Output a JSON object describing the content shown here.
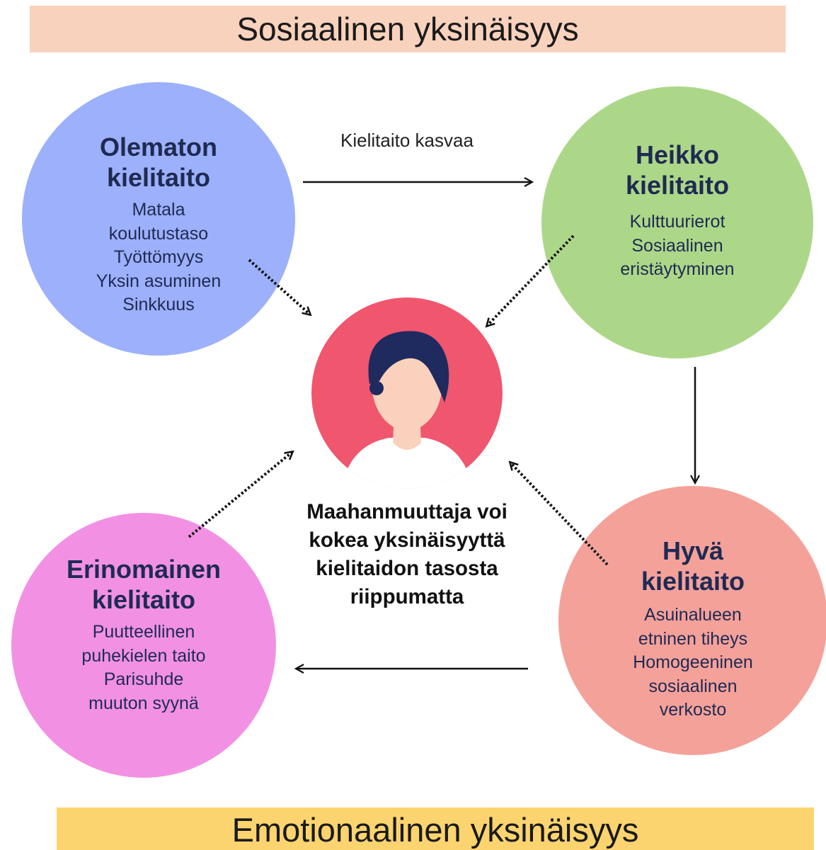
{
  "banners": {
    "top": "Sosiaalinen yksinäisyys",
    "bottom": "Emotionaalinen yksinäisyys"
  },
  "circles": {
    "olematon": {
      "title": "Olematon\nkielitaito",
      "items": [
        "Matala",
        "koulutustaso",
        "Työttömyys",
        "Yksin asuminen",
        "Sinkkuus"
      ],
      "color": "#9cb0fb"
    },
    "heikko": {
      "title": "Heikko\nkielitaito",
      "items": [
        "Kulttuurierot",
        "Sosiaalinen",
        "eristäytyminen"
      ],
      "color": "#acd788"
    },
    "hyva": {
      "title": "Hyvä\nkielitaito",
      "items": [
        "Asuinalueen",
        "etninen tiheys",
        "Homogeeninen",
        "sosiaalinen",
        "verkosto"
      ],
      "color": "#f4a19a"
    },
    "erinomainen": {
      "title": "Erinomainen\nkielitaito",
      "items": [
        "Puutteellinen",
        "puhekielen taito",
        "Parisuhde",
        "muuton syynä"
      ],
      "color": "#f291e4"
    }
  },
  "arrow_label": "Kielitaito kasvaa",
  "center_text": [
    "Maahanmuuttaja voi",
    "kokea yksinäisyyttä",
    "kielitaidon tasosta",
    "riippumatta"
  ],
  "person_icon": "person-avatar-icon",
  "colors": {
    "banner_top": "#f9d2bd",
    "banner_bottom": "#fcd46f",
    "person_bg": "#f0566e",
    "hair": "#1f2a5e",
    "skin": "#fad1bc"
  }
}
